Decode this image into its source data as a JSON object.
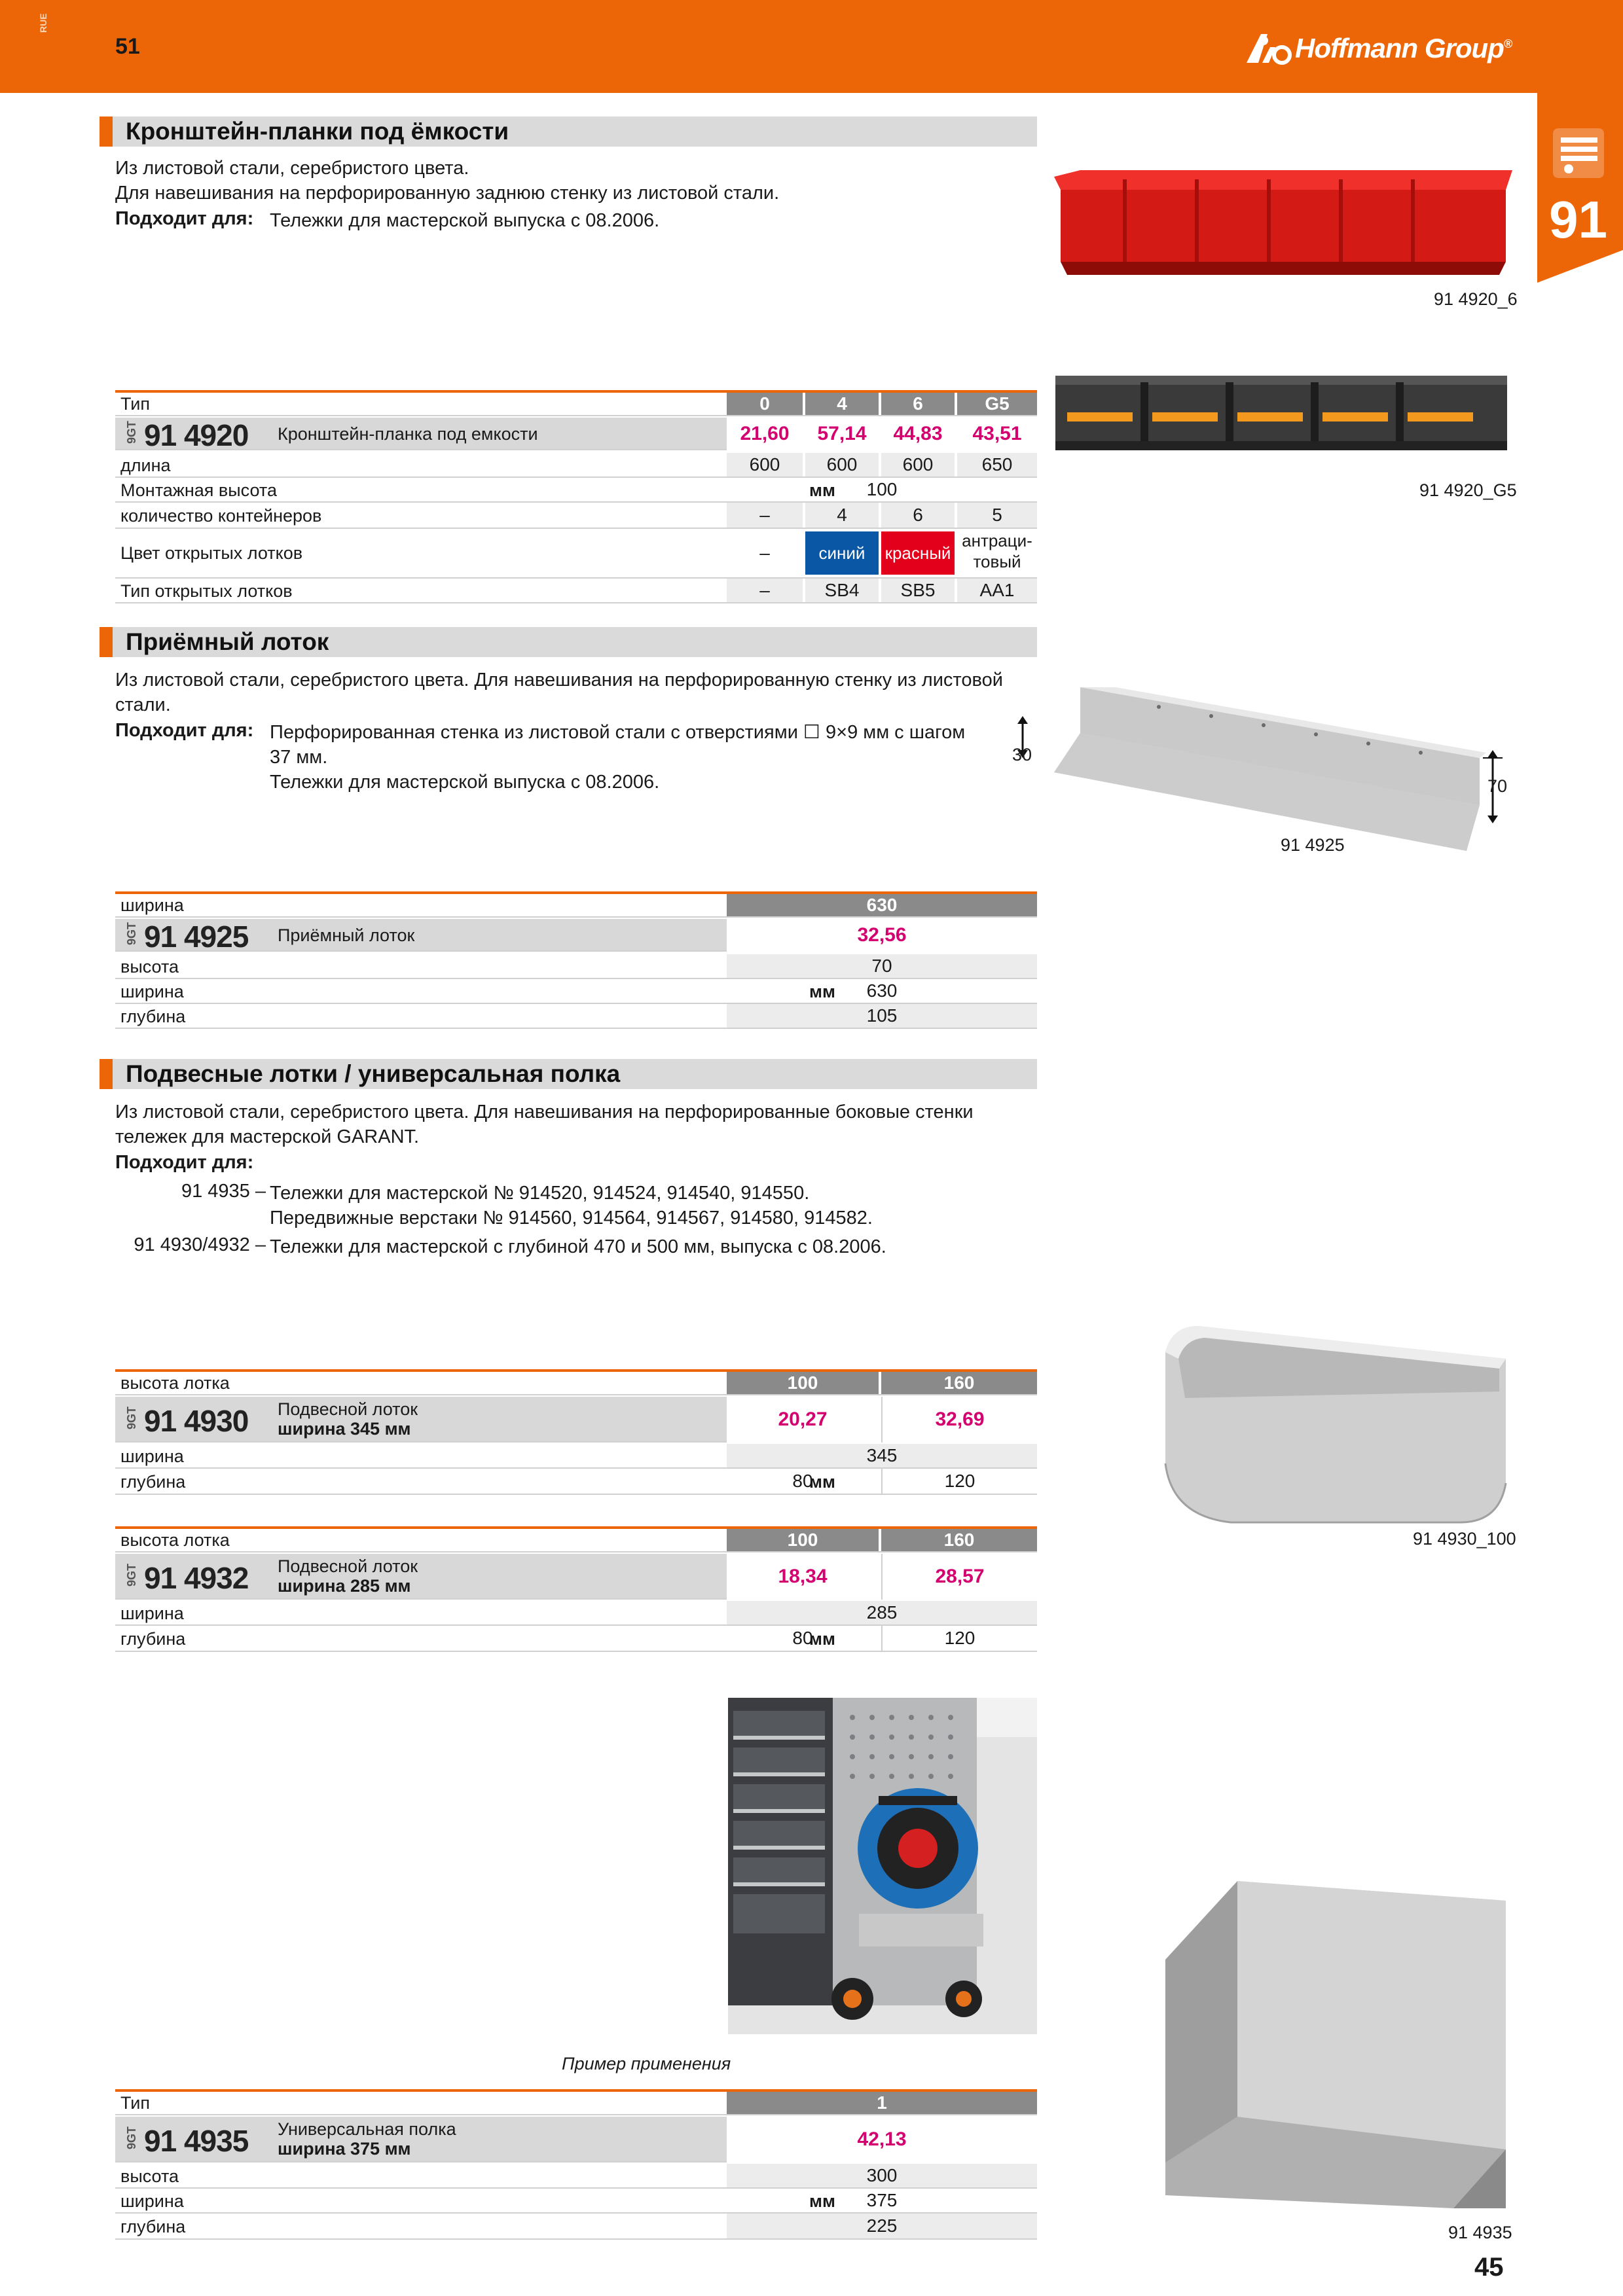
{
  "header": {
    "side_code": "RUE",
    "page_number": "51",
    "logo_text": "Hoffmann Group",
    "chapter": "91",
    "accent": "#ec6608"
  },
  "sec1": {
    "title": "Кронштейн-планки под ёмкости",
    "lines": [
      "Из листовой стали, серебристого цвета.",
      "Для навешивания на перфорированную заднюю стенку из листовой стали."
    ],
    "fit_label": "Подходит для:",
    "fit_text": "Тележки для мастерской выпуска с 08.2006.",
    "img1_code": "91 4920_6",
    "img2_code": "91 4920_G5",
    "table": {
      "type_label": "Тип",
      "types": [
        "0",
        "4",
        "6",
        "G5"
      ],
      "art_prefix": "9GT",
      "art_number": "91 4920",
      "art_desc": "Кронштейн-планка под емкости",
      "prices": [
        "21,60",
        "57,14",
        "44,83",
        "43,51"
      ],
      "rows": [
        {
          "label": "длина",
          "unit": "мм",
          "values": [
            "600",
            "600",
            "600",
            "650"
          ]
        },
        {
          "label": "Монтажная высота",
          "unit": "мм",
          "merged": "100"
        },
        {
          "label": "количество контейнеров",
          "unit": "",
          "values": [
            "–",
            "4",
            "6",
            "5"
          ]
        }
      ],
      "color_label": "Цвет открытых лотков",
      "colors": [
        "–",
        "синий",
        "красный",
        "антраци-\nтовый"
      ],
      "color_line1": "антраци-",
      "color_line2": "товый",
      "color_hex": [
        "#ffffff",
        "#0a57a6",
        "#e3001b",
        "#ffffff"
      ],
      "bin_label": "Тип открытых лотков",
      "bins": [
        "–",
        "SB4",
        "SB5",
        "AA1"
      ]
    }
  },
  "sec2": {
    "title": "Приёмный лоток",
    "lines": [
      "Из листовой стали, серебристого цвета. Для навешивания на перфорированную стенку из листовой",
      "стали."
    ],
    "fit_label": "Подходит для:",
    "fit_lines": [
      "Перфорированная стенка из листовой стали с отверстиями ☐ 9×9 мм с шагом",
      "37 мм.",
      "Тележки для мастерской выпуска с 08.2006."
    ],
    "dim_left": "30",
    "dim_right": "70",
    "img_code": "91 4925",
    "table": {
      "hdr_label": "ширина",
      "hdr_unit": "мм",
      "hdr_value": "630",
      "art_prefix": "9GT",
      "art_number": "91 4925",
      "art_desc": "Приёмный лоток",
      "price": "32,56",
      "rows": [
        {
          "label": "высота",
          "unit": "мм",
          "value": "70"
        },
        {
          "label": "ширина",
          "unit": "мм",
          "value": "630"
        },
        {
          "label": "глубина",
          "unit": "мм",
          "value": "105"
        }
      ]
    }
  },
  "sec3": {
    "title": "Подвесные лотки / универсальная полка",
    "lines": [
      "Из листовой стали, серебристого цвета. Для навешивания на перфорированные боковые стенки",
      "тележек для мастерской GARANT."
    ],
    "fit_label": "Подходит для:",
    "ref1_code": "91 4935 –",
    "ref1_lines": [
      "Тележки для мастерской № 914520, 914524, 914540, 914550.",
      "Передвижные верстаки № 914560, 914564, 914567, 914580, 914582."
    ],
    "ref2_code": "91 4930/4932 –",
    "ref2_line": "Тележки для мастерской с глубиной 470 и 500 мм, выпуска с 08.2006.",
    "img_tray_code": "91 4930_100",
    "img_shelf_code": "91 4935",
    "photo_caption": "Пример применения",
    "table_4930": {
      "hdr_label": "высота лотка",
      "hdr_unit": "мм",
      "hdr_values": [
        "100",
        "160"
      ],
      "art_prefix": "9GT",
      "art_number": "91 4930",
      "art_desc1": "Подвесной лоток",
      "art_desc2": "ширина 345 мм",
      "prices": [
        "20,27",
        "32,69"
      ],
      "row1_label": "ширина",
      "row1_unit": "мм",
      "row1_value": "345",
      "row2_label": "глубина",
      "row2_unit": "мм",
      "row2_values": [
        "80",
        "120"
      ]
    },
    "table_4932": {
      "hdr_label": "высота лотка",
      "hdr_unit": "мм",
      "hdr_values": [
        "100",
        "160"
      ],
      "art_prefix": "9GT",
      "art_number": "91 4932",
      "art_desc1": "Подвесной лоток",
      "art_desc2": "ширина 285 мм",
      "prices": [
        "18,34",
        "28,57"
      ],
      "row1_label": "ширина",
      "row1_unit": "мм",
      "row1_value": "285",
      "row2_label": "глубина",
      "row2_unit": "мм",
      "row2_values": [
        "80",
        "120"
      ]
    },
    "table_4935": {
      "hdr_label": "Тип",
      "hdr_value": "1",
      "art_prefix": "9GT",
      "art_number": "91 4935",
      "art_desc1": "Универсальная полка",
      "art_desc2": "ширина 375 мм",
      "price": "42,13",
      "rows": [
        {
          "label": "высота",
          "unit": "мм",
          "value": "300"
        },
        {
          "label": "ширина",
          "unit": "мм",
          "value": "375"
        },
        {
          "label": "глубина",
          "unit": "мм",
          "value": "225"
        }
      ]
    }
  },
  "footer": {
    "page_number": "45"
  }
}
